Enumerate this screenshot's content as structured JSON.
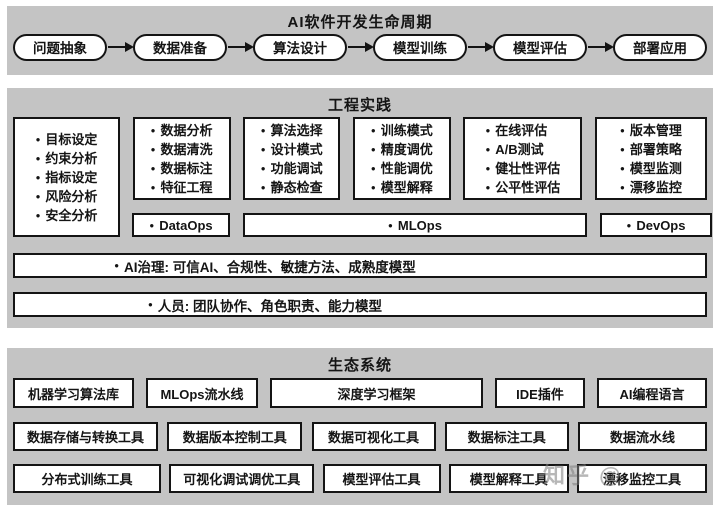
{
  "lifecycle": {
    "title": "AI软件开发生命周期",
    "stages": [
      "问题抽象",
      "数据准备",
      "算法设计",
      "模型训练",
      "模型评估",
      "部署应用"
    ]
  },
  "engineering": {
    "title": "工程实践",
    "columns": [
      {
        "items": [
          "目标设定",
          "约束分析",
          "指标设定",
          "风险分析",
          "安全分析"
        ]
      },
      {
        "items": [
          "数据分析",
          "数据清洗",
          "数据标注",
          "特征工程"
        ]
      },
      {
        "items": [
          "算法选择",
          "设计模式",
          "功能调试",
          "静态检查"
        ]
      },
      {
        "items": [
          "训练模式",
          "精度调优",
          "性能调优",
          "模型解释"
        ]
      },
      {
        "items": [
          "在线评估",
          "A/B测试",
          "健壮性评估",
          "公平性评估"
        ]
      },
      {
        "items": [
          "版本管理",
          "部署策略",
          "模型监测",
          "漂移监控"
        ]
      }
    ],
    "ops": [
      "DataOps",
      "MLOps",
      "DevOps"
    ],
    "governance": "AI治理: 可信AI、合规性、敏捷方法、成熟度模型",
    "people": "人员: 团队协作、角色职责、能力模型"
  },
  "ecosystem": {
    "title": "生态系统",
    "rows": [
      [
        "机器学习算法库",
        "MLOps流水线",
        "深度学习框架",
        "IDE插件",
        "AI编程语言"
      ],
      [
        "数据存储与转换工具",
        "数据版本控制工具",
        "数据可视化工具",
        "数据标注工具",
        "数据流水线"
      ],
      [
        "分布式训练工具",
        "可视化调试调优工具",
        "模型评估工具",
        "模型解释工具",
        "漂移监控工具"
      ]
    ]
  },
  "watermark": "知乎 @",
  "colors": {
    "panel_bg": "#c4c4c4",
    "box_bg": "#ffffff",
    "box_border": "#141414",
    "text": "#141414"
  }
}
